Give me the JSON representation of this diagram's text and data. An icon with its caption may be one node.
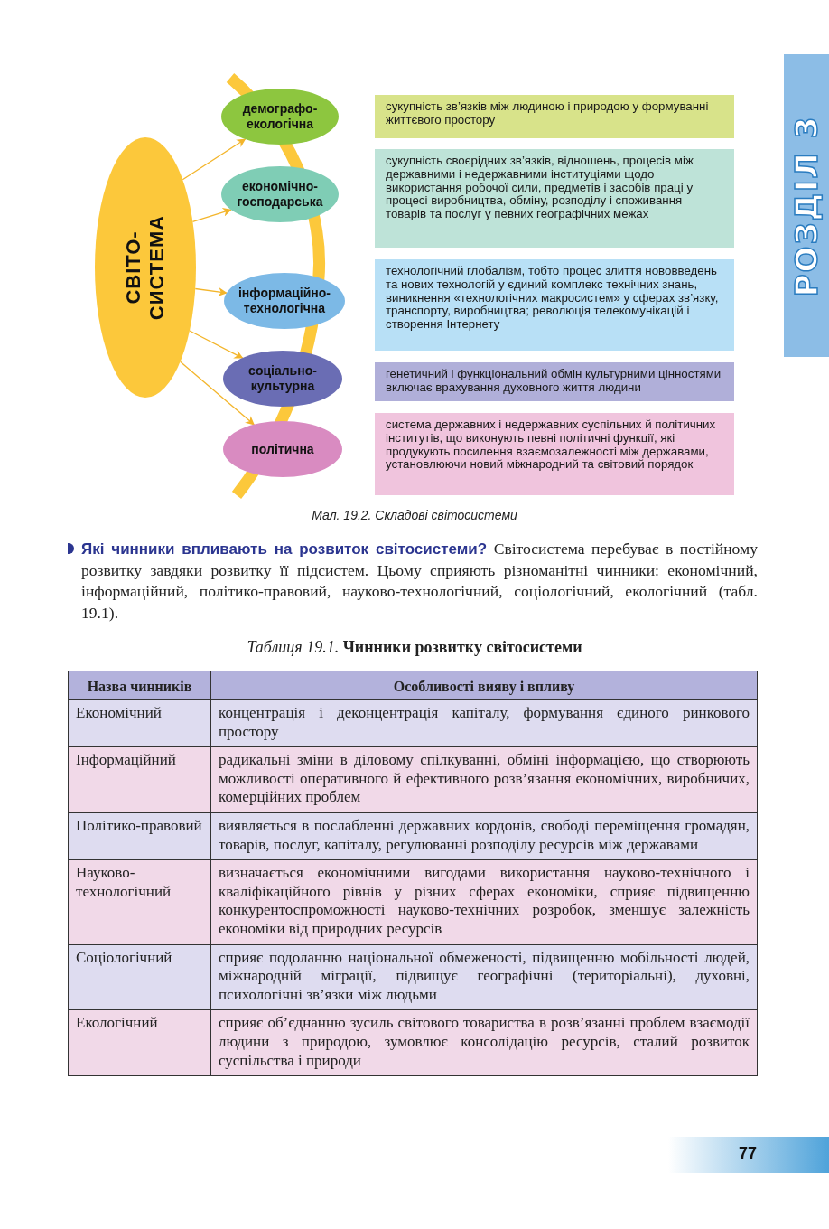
{
  "diagram": {
    "caption": "Мал. 19.2. Складові світосистеми",
    "nodes": [
      {
        "text": [
          "СВІТО-СИСТЕМА"
        ]
      },
      {
        "text": [
          "демографо-екологічна"
        ]
      },
      {
        "text": [
          "економічно-господарська"
        ]
      },
      {
        "text": [
          "інформаційно-технологічна"
        ]
      },
      {
        "text": [
          "соціально-культурна"
        ]
      },
      {
        "text": [
          "політична"
        ]
      },
      {
        "text": [
          "сукупність зв’язків між людиною і природою у формуванні життєвого простору"
        ]
      },
      {
        "text": [
          "сукупність своєрідних зв’язків, відношень, процесів між державними і недержавними інституціями щодо використання робочої сили, предметів і засобів праці у процесі виробництва, обміну, розподілу і споживання товарів та послуг у певних географічних межах"
        ]
      },
      {
        "text": [
          "технологічний глобалізм, тобто процес злиття нововведень та нових технологій у єдиний комплекс технічних знань, виникнення «технологічних макросистем» у сферах зв’язку, транспорту, виробництва; революція телекомунікацій і створення Інтернету"
        ]
      },
      {
        "text": [
          "генетичний і функціональний обмін культурними цінностями включає врахування духовного життя людини"
        ]
      },
      {
        "text": [
          "система державних і недержавних суспільних й політичних інститутів, що виконують певні політичні функції, які продукують посилення взаємозалежності між державами, установлюючи новий міжнародний та світовий порядок"
        ]
      }
    ],
    "edges": [
      {
        "from": 0,
        "to": 1,
        "arrow": "to"
      },
      {
        "from": 0,
        "to": 2,
        "arrow": "to"
      },
      {
        "from": 0,
        "to": 3,
        "arrow": "to"
      },
      {
        "from": 0,
        "to": 4,
        "arrow": "to"
      },
      {
        "from": 0,
        "to": 5,
        "arrow": "to"
      }
    ],
    "labels": [
      "РОЗДІЛ 3",
      "**Які чинники впливають на розвиток світосистеми?** Світосистема перебуває в постійному розвитку завдяки розвитку її підсистем. Цьому сприяють різноманітні чинники: економічний, інформаційний, політико-правовий, науково-технологічний, соціологічний, екологічний (табл. 19.1).",
      "*Таблиця 19.1.* Чинники розвитку світосистеми",
      "Назва чинників",
      "Особливості вияву і впливу",
      "Економічний",
      "концентрація і деконцентрація капіталу, формування єдиного ринкового простору",
      "Інформаційний",
      "радикальні зміни в діловому спілкуванні, обміні інформацією, що створюють можливості оперативного й ефективного розв’язання економічних, виробничих, комерційних проблем",
      "Політико-правовий",
      "виявляється в послабленні державних кордонів, свободі переміщення громадян, товарів, послуг, капіталу, регулюванні розподілу ресурсів між державами",
      "Науково-технологічний",
      "визначається економічними вигодами використання науково-технічного і кваліфікаційного рівнів у різних сферах економіки, сприяє підвищенню конкурентоспроможності науково-технічних розробок, зменшує залежність економіки від природних ресурсів",
      "Соціологічний",
      "сприяє подоланню національної обмеженості, підвищенню мобільності людей, міжнародній міграції, підвищує географічні (територіальні), духовні, психологічні зв’язки між людьми",
      "Екологічний",
      "сприяє об’єднанню зусиль світового товариства в розв’язанні проблем взаємодії людини з природою, зумовлює консолідацію ресурсів, сталий розвиток суспільства і природи",
      "77"
    ]
  }
}
